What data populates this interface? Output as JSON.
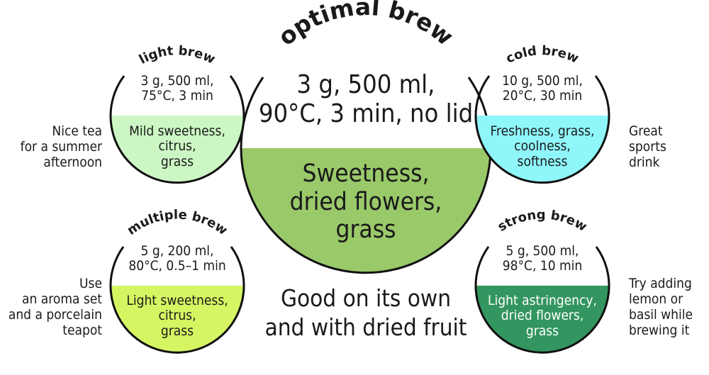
{
  "optimal": {
    "title": "optimal brew",
    "params": "3 g, 500 ml, 90°C, 3 min, no lid",
    "flavor": "Sweetness, dried flowers, grass",
    "note": "Good on its own and with dried fruit",
    "fill_color": "#9ac96a"
  },
  "light": {
    "title": "light brew",
    "params": "3 g, 500 ml, 75°C, 3 min",
    "flavor": "Mild sweetness, citrus, grass",
    "note": "Nice tea for a summer afternoon",
    "fill_color": "#ccf7c4"
  },
  "cold": {
    "title": "cold brew",
    "params": "10 g, 500 ml, 20°C, 30 min",
    "flavor": "Freshness, grass, coolness, softness",
    "note": "Great sports drink",
    "fill_color": "#8ff6fa"
  },
  "multiple": {
    "title": "multiple brew",
    "params": "5 g, 200 ml, 80°C, 0.5–1 min",
    "flavor": "Light sweetness, citrus, grass",
    "note": "Use an aroma set and a porcelain teapot",
    "fill_color": "#d5f563"
  },
  "strong": {
    "title": "strong brew",
    "params": "5 g, 500 ml, 98°C, 10 min",
    "flavor": "Light astringency, dried flowers, grass",
    "note": "Try adding lemon or basil while brewing it",
    "fill_color": "#33955f"
  }
}
